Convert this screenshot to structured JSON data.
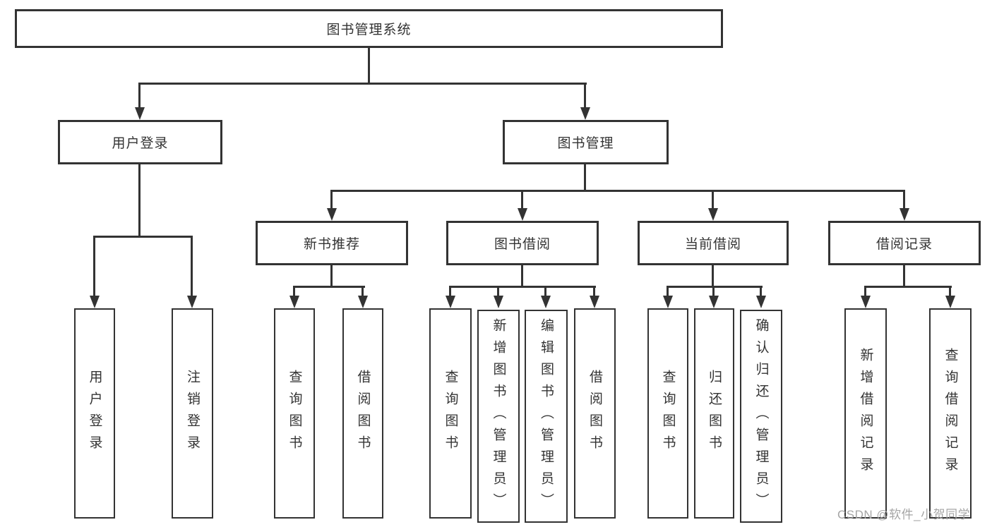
{
  "tree": {
    "label": "图书管理系统",
    "children": [
      {
        "label": "用户登录",
        "children": [
          {
            "label": "用户登录"
          },
          {
            "label": "注销登录"
          }
        ]
      },
      {
        "label": "图书管理",
        "children": [
          {
            "label": "新书推荐",
            "children": [
              {
                "label": "查询图书"
              },
              {
                "label": "借阅图书"
              }
            ]
          },
          {
            "label": "图书借阅",
            "children": [
              {
                "label": "查询图书"
              },
              {
                "label": "新增图书（管理员）"
              },
              {
                "label": "编辑图书（管理员）"
              },
              {
                "label": "借阅图书"
              }
            ]
          },
          {
            "label": "当前借阅",
            "children": [
              {
                "label": "查询图书"
              },
              {
                "label": "归还图书"
              },
              {
                "label": "确认归还（管理员）"
              }
            ]
          },
          {
            "label": "借阅记录",
            "children": [
              {
                "label": "新增借阅记录"
              },
              {
                "label": "查询借阅记录"
              }
            ]
          }
        ]
      }
    ]
  },
  "watermark": {
    "text": "CSDN @软件_小贺同学"
  },
  "colors": {
    "line": "#333333",
    "text": "#333333",
    "box_background": "#ffffff",
    "page_background": "#ffffff",
    "watermark": "#a5a5a5"
  }
}
